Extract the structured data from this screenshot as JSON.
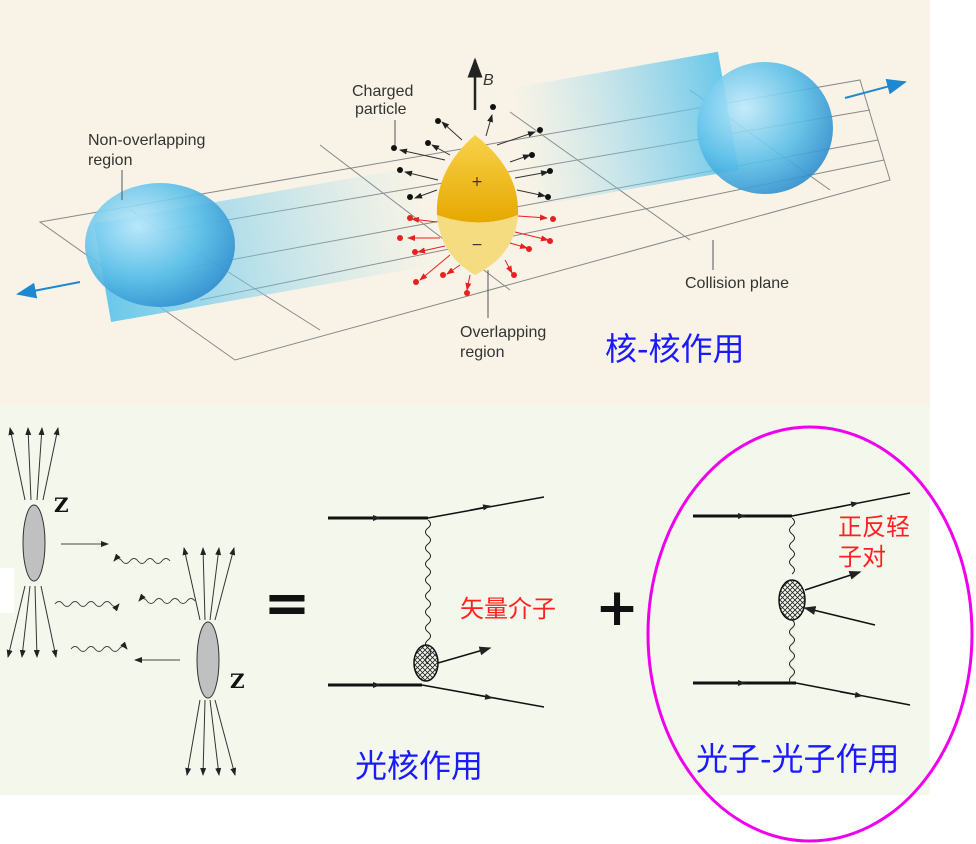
{
  "top_panel": {
    "labels": {
      "charged_particle_1": "Charged",
      "charged_particle_2": "particle",
      "b_field": "B",
      "non_overlapping_1": "Non-overlapping",
      "non_overlapping_2": "region",
      "overlapping_1": "Overlapping",
      "overlapping_2": "region",
      "collision_plane": "Collision plane",
      "plus": "+",
      "minus": "−"
    },
    "title": "核-核作用"
  },
  "bottom_panel": {
    "nucleus_label": "Z",
    "equals": "=",
    "plus": "+",
    "photonuclear": {
      "title": "光核作用",
      "annotation": "矢量介子"
    },
    "photon_photon": {
      "title": "光子-光子作用",
      "annotation_1": "正反轻",
      "annotation_2": "子对"
    }
  },
  "colors": {
    "top_bg": "#f8f3e6",
    "bottom_bg": "#f3f7ec",
    "blue_text": "#1a1aff",
    "red_text": "#ff2020",
    "highlight": "#ee00ee",
    "nucleus": "#5bbfe8",
    "overlap": "#f2c200"
  }
}
